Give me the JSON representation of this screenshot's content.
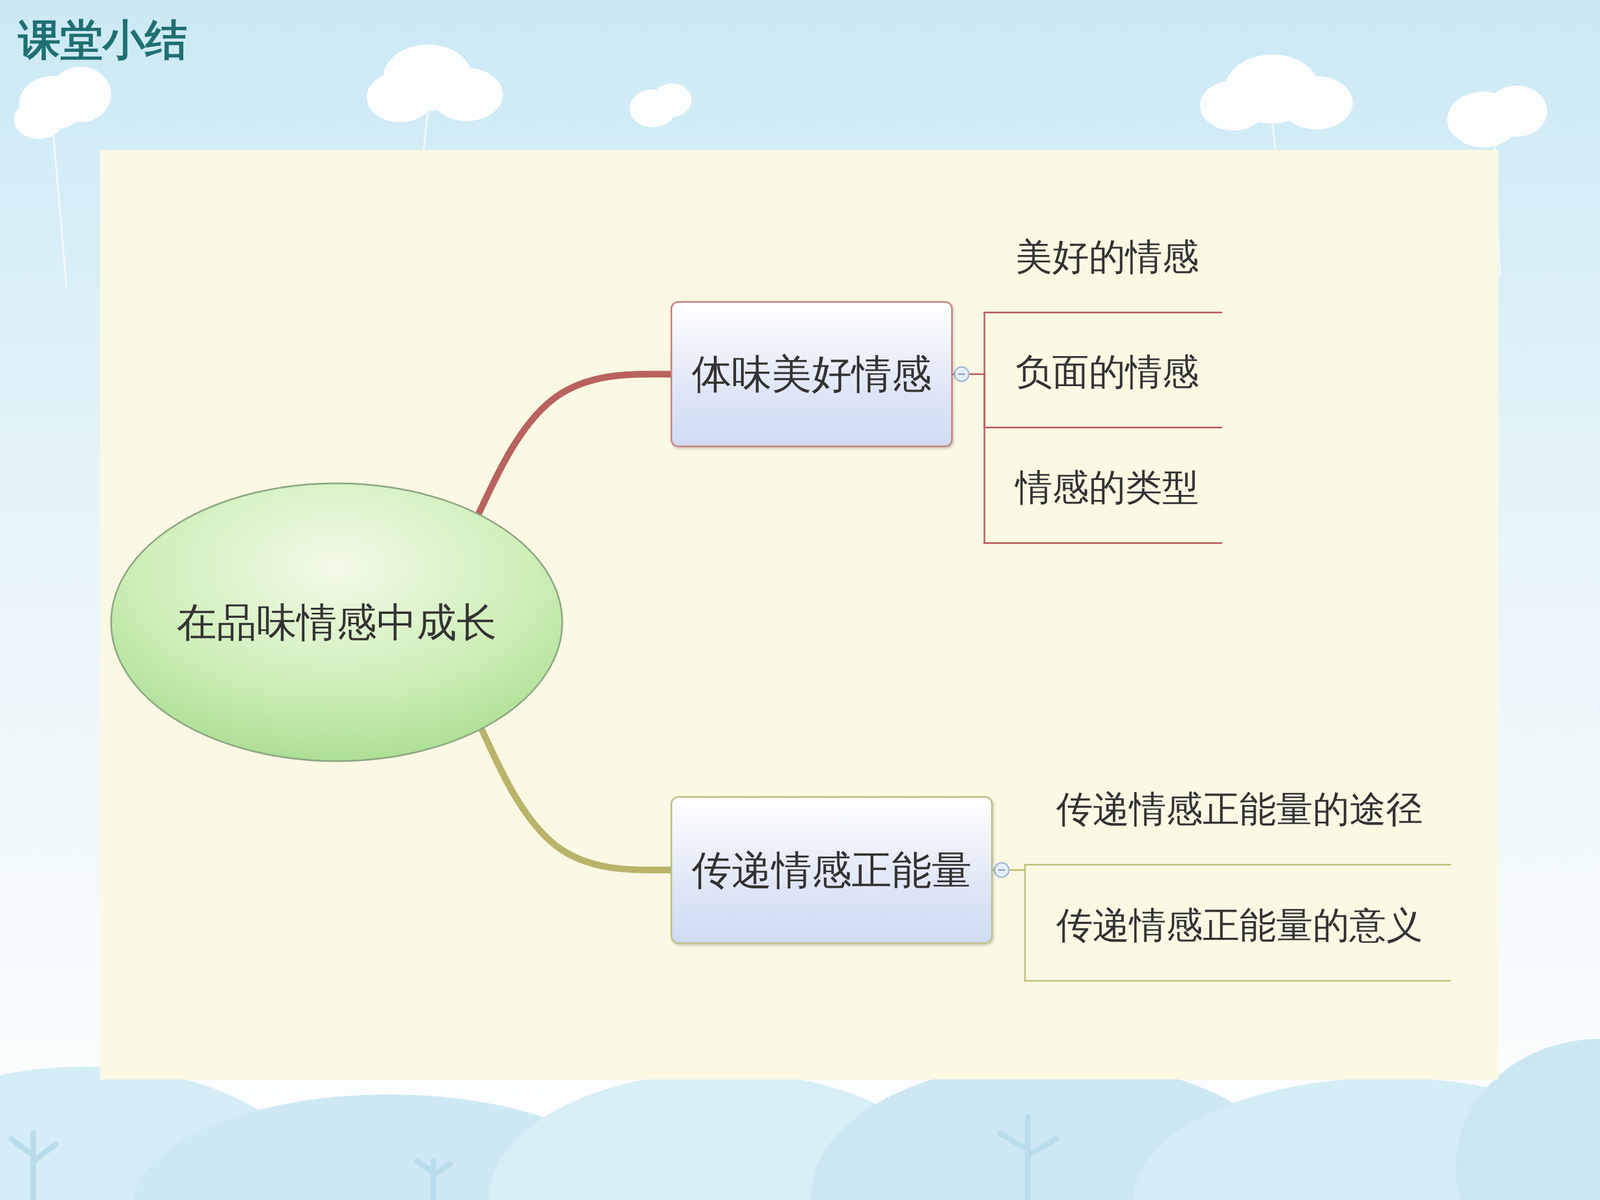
{
  "diagram": {
    "title": "课堂小结",
    "nodes": [
      {
        "text": [
          "在品味情感中成长"
        ]
      },
      {
        "text": [
          "体味美好情感"
        ]
      },
      {
        "text": [
          "美好的情感"
        ]
      },
      {
        "text": [
          "负面的情感"
        ]
      },
      {
        "text": [
          "情感的类型"
        ]
      },
      {
        "text": [
          "传递情感正能量"
        ]
      },
      {
        "text": [
          "传递情感正能量的途径"
        ]
      },
      {
        "text": [
          "传递情感正能量的意义"
        ]
      }
    ],
    "edges": [
      {
        "from": 0,
        "to": 1,
        "arrow": "none"
      },
      {
        "from": 1,
        "to": 2,
        "arrow": "none"
      },
      {
        "from": 1,
        "to": 3,
        "arrow": "none"
      },
      {
        "from": 1,
        "to": 4,
        "arrow": "none"
      },
      {
        "from": 0,
        "to": 5,
        "arrow": "none"
      },
      {
        "from": 5,
        "to": 6,
        "arrow": "none"
      },
      {
        "from": 5,
        "to": 7,
        "arrow": "none"
      }
    ]
  }
}
